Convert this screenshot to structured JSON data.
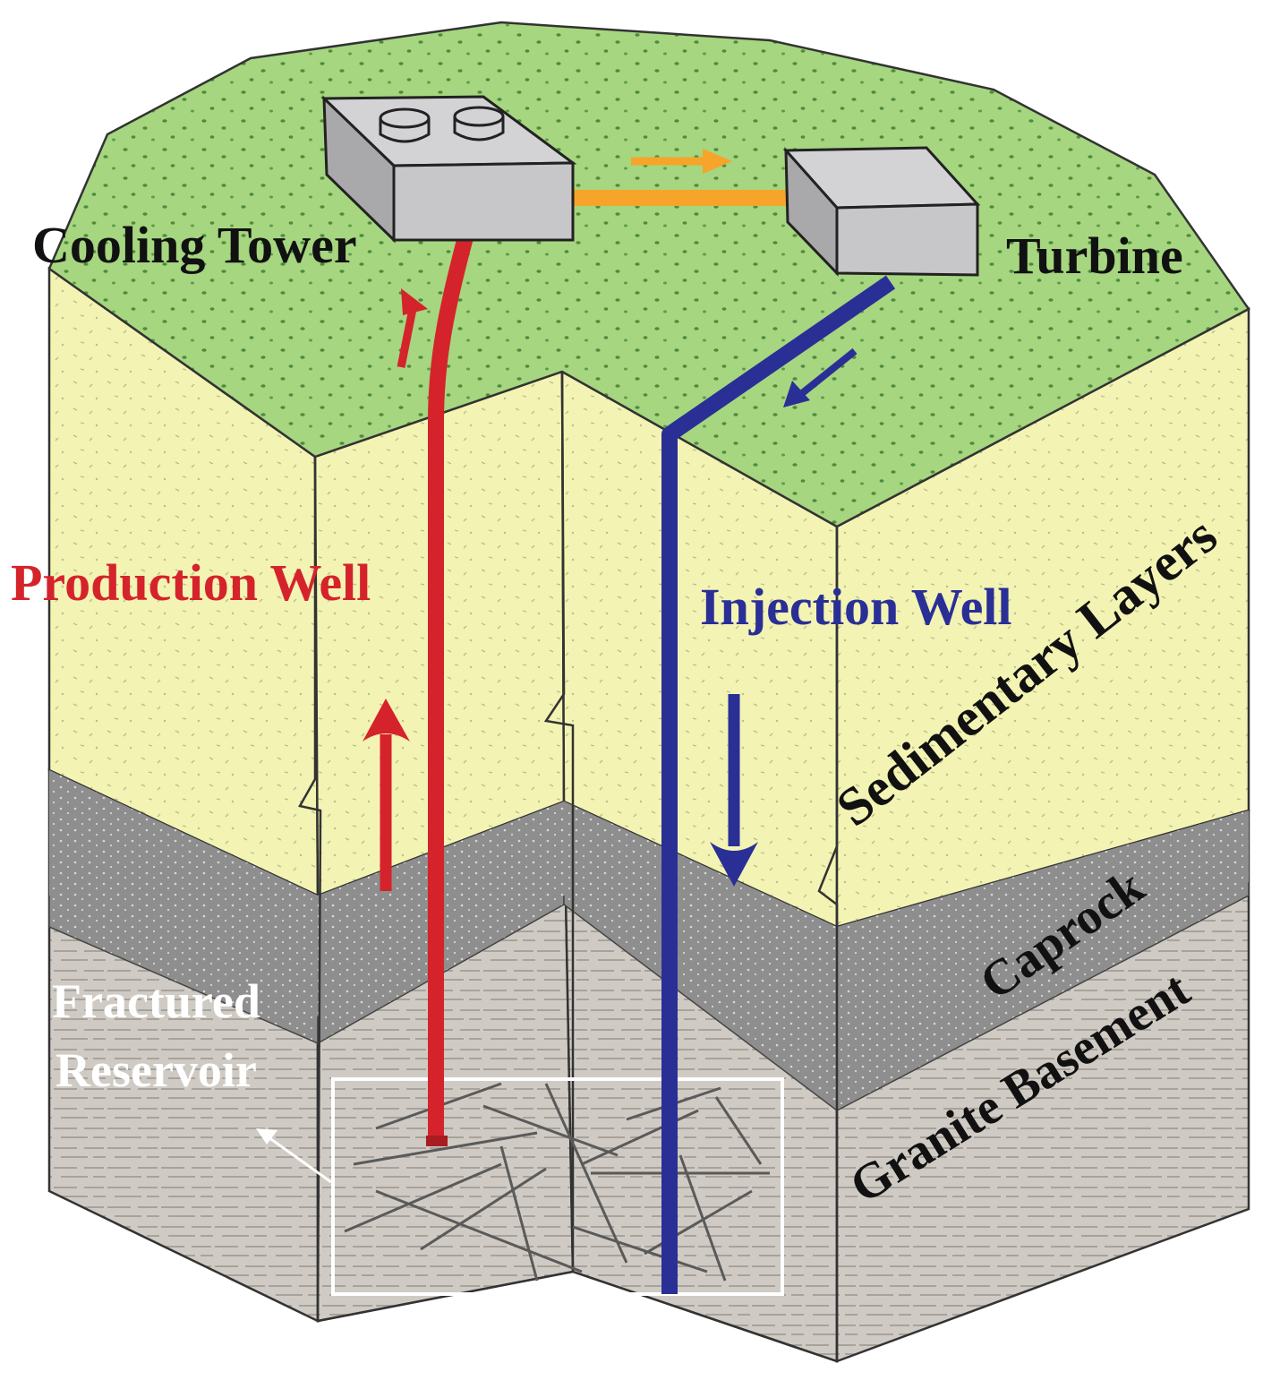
{
  "labels": {
    "cooling_tower": "Cooling Tower",
    "turbine": "Turbine",
    "production_well": "Production Well",
    "injection_well": "Injection Well",
    "sedimentary_layers": "Sedimentary Layers",
    "caprock": "Caprock",
    "granite_basement": "Granite Basement",
    "fractured": "Fractured",
    "reservoir": "Reservoir"
  },
  "colors": {
    "surface_green": "#a6d67f",
    "sediment_yellow": "#f3f3b4",
    "caprock_gray": "#8e8e8e",
    "granite_gray": "#cfcbc4",
    "production_red": "#d5232b",
    "injection_blue": "#2a2f96",
    "connector_orange": "#f7a42a",
    "machine_gray": "#c7c7c9",
    "reservoir_box": "#ffffff",
    "text_dark": "#111111"
  }
}
